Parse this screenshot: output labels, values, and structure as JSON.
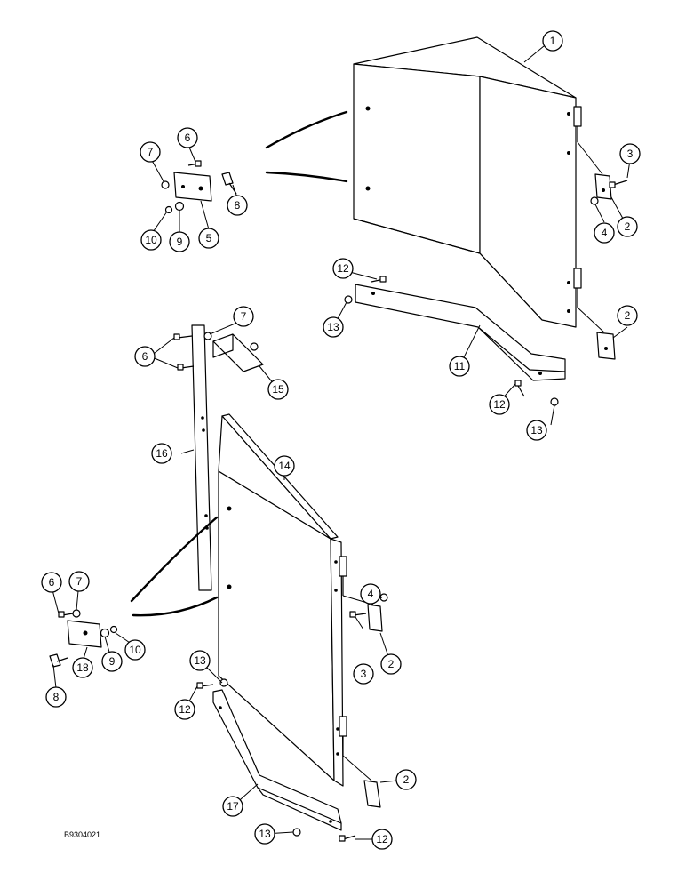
{
  "figure_code": "B9304021",
  "balloons": [
    {
      "id": "b1",
      "label": "1"
    },
    {
      "id": "b2a",
      "label": "2"
    },
    {
      "id": "b2b",
      "label": "2"
    },
    {
      "id": "b2c",
      "label": "2"
    },
    {
      "id": "b2d",
      "label": "2"
    },
    {
      "id": "b3a",
      "label": "3"
    },
    {
      "id": "b3b",
      "label": "3"
    },
    {
      "id": "b4a",
      "label": "4"
    },
    {
      "id": "b4b",
      "label": "4"
    },
    {
      "id": "b5",
      "label": "5"
    },
    {
      "id": "b6a",
      "label": "6"
    },
    {
      "id": "b6b",
      "label": "6"
    },
    {
      "id": "b6c",
      "label": "6"
    },
    {
      "id": "b7a",
      "label": "7"
    },
    {
      "id": "b7b",
      "label": "7"
    },
    {
      "id": "b7c",
      "label": "7"
    },
    {
      "id": "b8a",
      "label": "8"
    },
    {
      "id": "b8b",
      "label": "8"
    },
    {
      "id": "b9a",
      "label": "9"
    },
    {
      "id": "b9b",
      "label": "9"
    },
    {
      "id": "b10a",
      "label": "10"
    },
    {
      "id": "b10b",
      "label": "10"
    },
    {
      "id": "b11",
      "label": "11"
    },
    {
      "id": "b12a",
      "label": "12"
    },
    {
      "id": "b12b",
      "label": "12"
    },
    {
      "id": "b12c",
      "label": "12"
    },
    {
      "id": "b12d",
      "label": "12"
    },
    {
      "id": "b13a",
      "label": "13"
    },
    {
      "id": "b13b",
      "label": "13"
    },
    {
      "id": "b13c",
      "label": "13"
    },
    {
      "id": "b13d",
      "label": "13"
    },
    {
      "id": "b14",
      "label": "14"
    },
    {
      "id": "b15",
      "label": "15"
    },
    {
      "id": "b16",
      "label": "16"
    },
    {
      "id": "b17",
      "label": "17"
    },
    {
      "id": "b18",
      "label": "18"
    }
  ]
}
